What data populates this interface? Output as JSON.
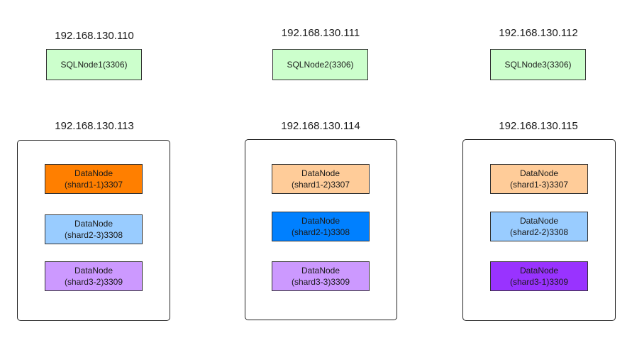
{
  "sql_nodes": [
    {
      "ip": "192.168.130.110",
      "label": "SQLNode1(3306)"
    },
    {
      "ip": "192.168.130.111",
      "label": "SQLNode2(3306)"
    },
    {
      "ip": "192.168.130.112",
      "label": "SQLNode3(3306)"
    }
  ],
  "data_hosts": [
    {
      "ip": "192.168.130.113",
      "nodes": [
        {
          "title": "DataNode",
          "shard": "(shard1-1)3307",
          "color": "#ff7f00"
        },
        {
          "title": "DataNode",
          "shard": "(shard2-3)3308",
          "color": "#99ccff"
        },
        {
          "title": "DataNode",
          "shard": "(shard3-2)3309",
          "color": "#cc99ff"
        }
      ]
    },
    {
      "ip": "192.168.130.114",
      "nodes": [
        {
          "title": "DataNode",
          "shard": "(shard1-2)3307",
          "color": "#ffcc99"
        },
        {
          "title": "DataNode",
          "shard": "(shard2-1)3308",
          "color": "#0080ff"
        },
        {
          "title": "DataNode",
          "shard": "(shard3-3)3309",
          "color": "#cc99ff"
        }
      ]
    },
    {
      "ip": "192.168.130.115",
      "nodes": [
        {
          "title": "DataNode",
          "shard": "(shard1-3)3307",
          "color": "#ffcc99"
        },
        {
          "title": "DataNode",
          "shard": "(shard2-2)3308",
          "color": "#99ccff"
        },
        {
          "title": "DataNode",
          "shard": "(shard3-1)3309",
          "color": "#9933ff"
        }
      ]
    }
  ],
  "colors": {
    "sql_node_fill": "#ccffcc",
    "border": "#333333"
  }
}
